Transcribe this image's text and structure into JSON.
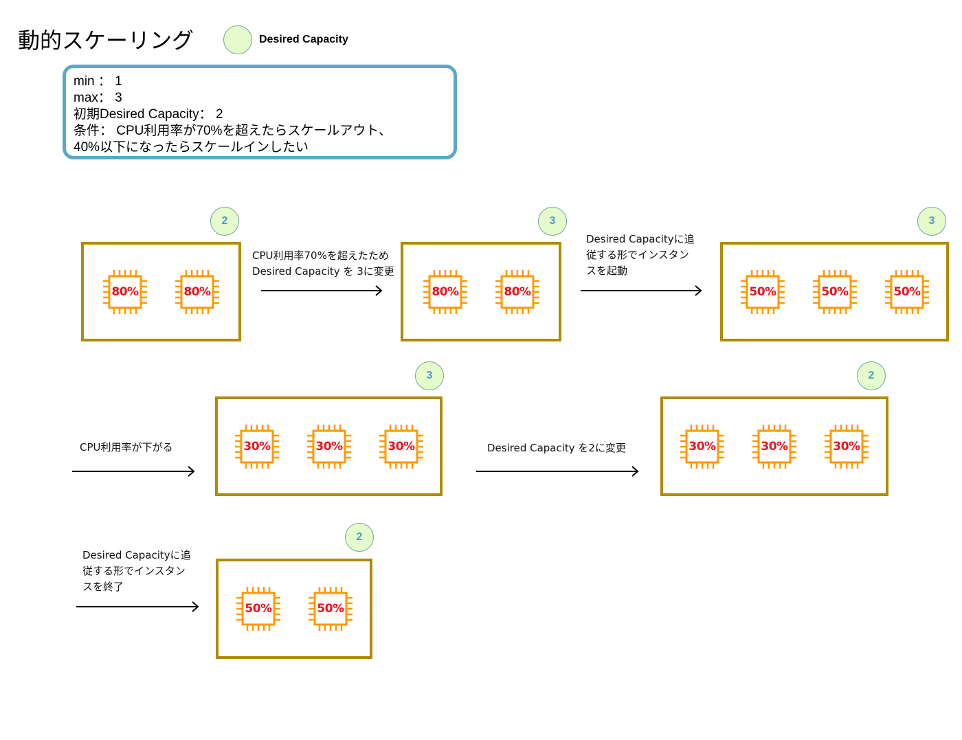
{
  "header": {
    "title": "動的スケーリング",
    "legend_label": "Desired Capacity"
  },
  "info": {
    "lines": [
      "min ： 1",
      "max： 3",
      "初期Desired Capacity： 2",
      "条件： CPU利用率が70%を超えたらスケールアウト、",
      "40%以下になったらスケールインしたい"
    ]
  },
  "colors": {
    "group_border": "#b08a0a",
    "chip": "#ff9900",
    "chip_text": "#e8131d",
    "badge_fill": "#e6fbcc",
    "badge_text": "#4f9bc4",
    "info_border": "#5aa8c6"
  },
  "stages": [
    {
      "desired_capacity": "2",
      "instances": [
        "80%",
        "80%"
      ]
    },
    {
      "desired_capacity": "3",
      "instances": [
        "80%",
        "80%"
      ]
    },
    {
      "desired_capacity": "3",
      "instances": [
        "50%",
        "50%",
        "50%"
      ]
    },
    {
      "desired_capacity": "3",
      "instances": [
        "30%",
        "30%",
        "30%"
      ]
    },
    {
      "desired_capacity": "2",
      "instances": [
        "30%",
        "30%",
        "30%"
      ]
    },
    {
      "desired_capacity": "2",
      "instances": [
        "50%",
        "50%"
      ]
    }
  ],
  "transitions": [
    {
      "lines": [
        "CPU利用率70%を超えたため",
        "Desired Capacity を 3に変更"
      ]
    },
    {
      "lines": [
        "Desired Capacityに追",
        "従する形でインスタン",
        "スを起動"
      ]
    },
    {
      "lines": [
        "CPU利用率が下がる"
      ]
    },
    {
      "lines": [
        "Desired Capacity を2に変更"
      ]
    },
    {
      "lines": [
        "Desired Capacityに追",
        "従する形でインスタン",
        "スを終了"
      ]
    }
  ]
}
